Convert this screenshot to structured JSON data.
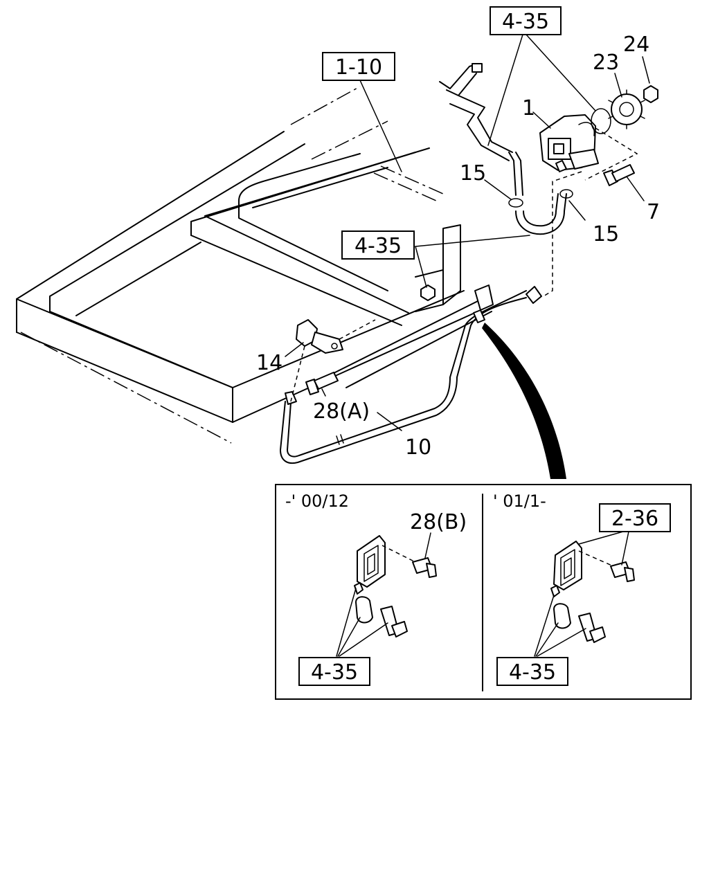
{
  "callouts": {
    "ref_4_35_top": "4-35",
    "ref_1_10": "1-10",
    "ref_4_35_mid": "4-35",
    "part_24": "24",
    "part_23": "23",
    "part_1": "1",
    "part_15_left": "15",
    "part_15_right": "15",
    "part_7": "7",
    "part_14": "14",
    "part_28a": "28(A)",
    "part_10": "10"
  },
  "inset": {
    "left_range": "-' 00/12",
    "right_range": "' 01/1-",
    "left_part_28b": "28(B)",
    "right_ref_2_36": "2-36",
    "left_ref_4_35": "4-35",
    "right_ref_4_35": "4-35"
  }
}
